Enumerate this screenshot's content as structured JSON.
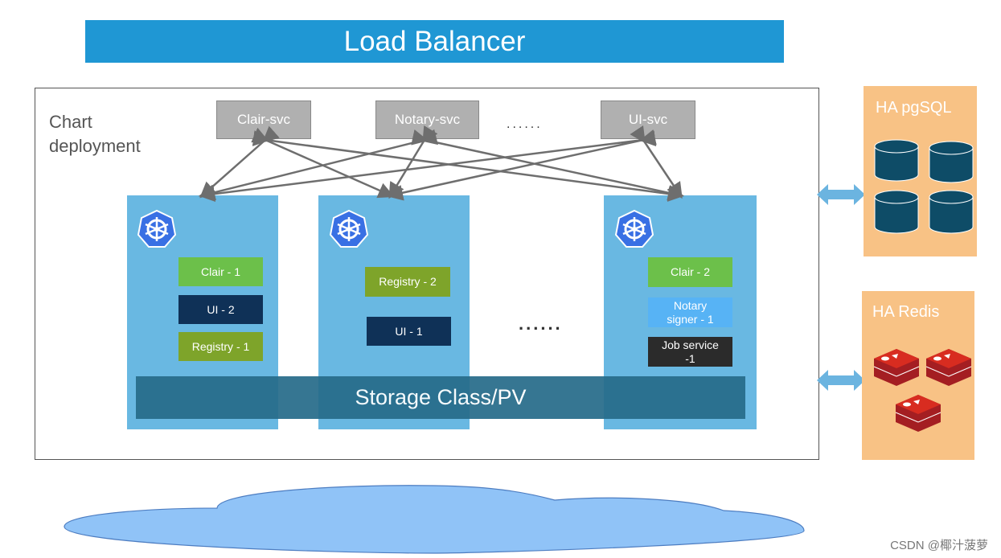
{
  "load_balancer": {
    "label": "Load Balancer"
  },
  "chart_deployment": {
    "label_line1": "Chart",
    "label_line2": "deployment"
  },
  "services": {
    "clair": "Clair-svc",
    "notary": "Notary-svc",
    "ellipsis": "......",
    "ui": "UI-svc"
  },
  "nodes": {
    "node1": {
      "c1": "Clair - 1",
      "c2": "UI - 2",
      "c3": "Registry - 1"
    },
    "node2": {
      "c1": "Registry - 2",
      "c2": "UI - 1"
    },
    "ellipsis": "......",
    "node3": {
      "c1": "Clair - 2",
      "c2_line1": "Notary",
      "c2_line2": "signer - 1",
      "c3_line1": "Job service",
      "c3_line2": "-1"
    }
  },
  "storage": {
    "label": "Storage Class/PV"
  },
  "pgsql": {
    "title": "HA pgSQL"
  },
  "redis": {
    "title": "HA Redis"
  },
  "watermark": "CSDN @椰汁菠萝",
  "colors": {
    "load_balancer": "#1f97d4",
    "node": "#69b8e2",
    "storage": "#276c8a",
    "db_panel": "#f8c285",
    "db_cylinder": "#0e4c67",
    "redis_red": "#c8202a",
    "cloud": "#90c3f7"
  }
}
